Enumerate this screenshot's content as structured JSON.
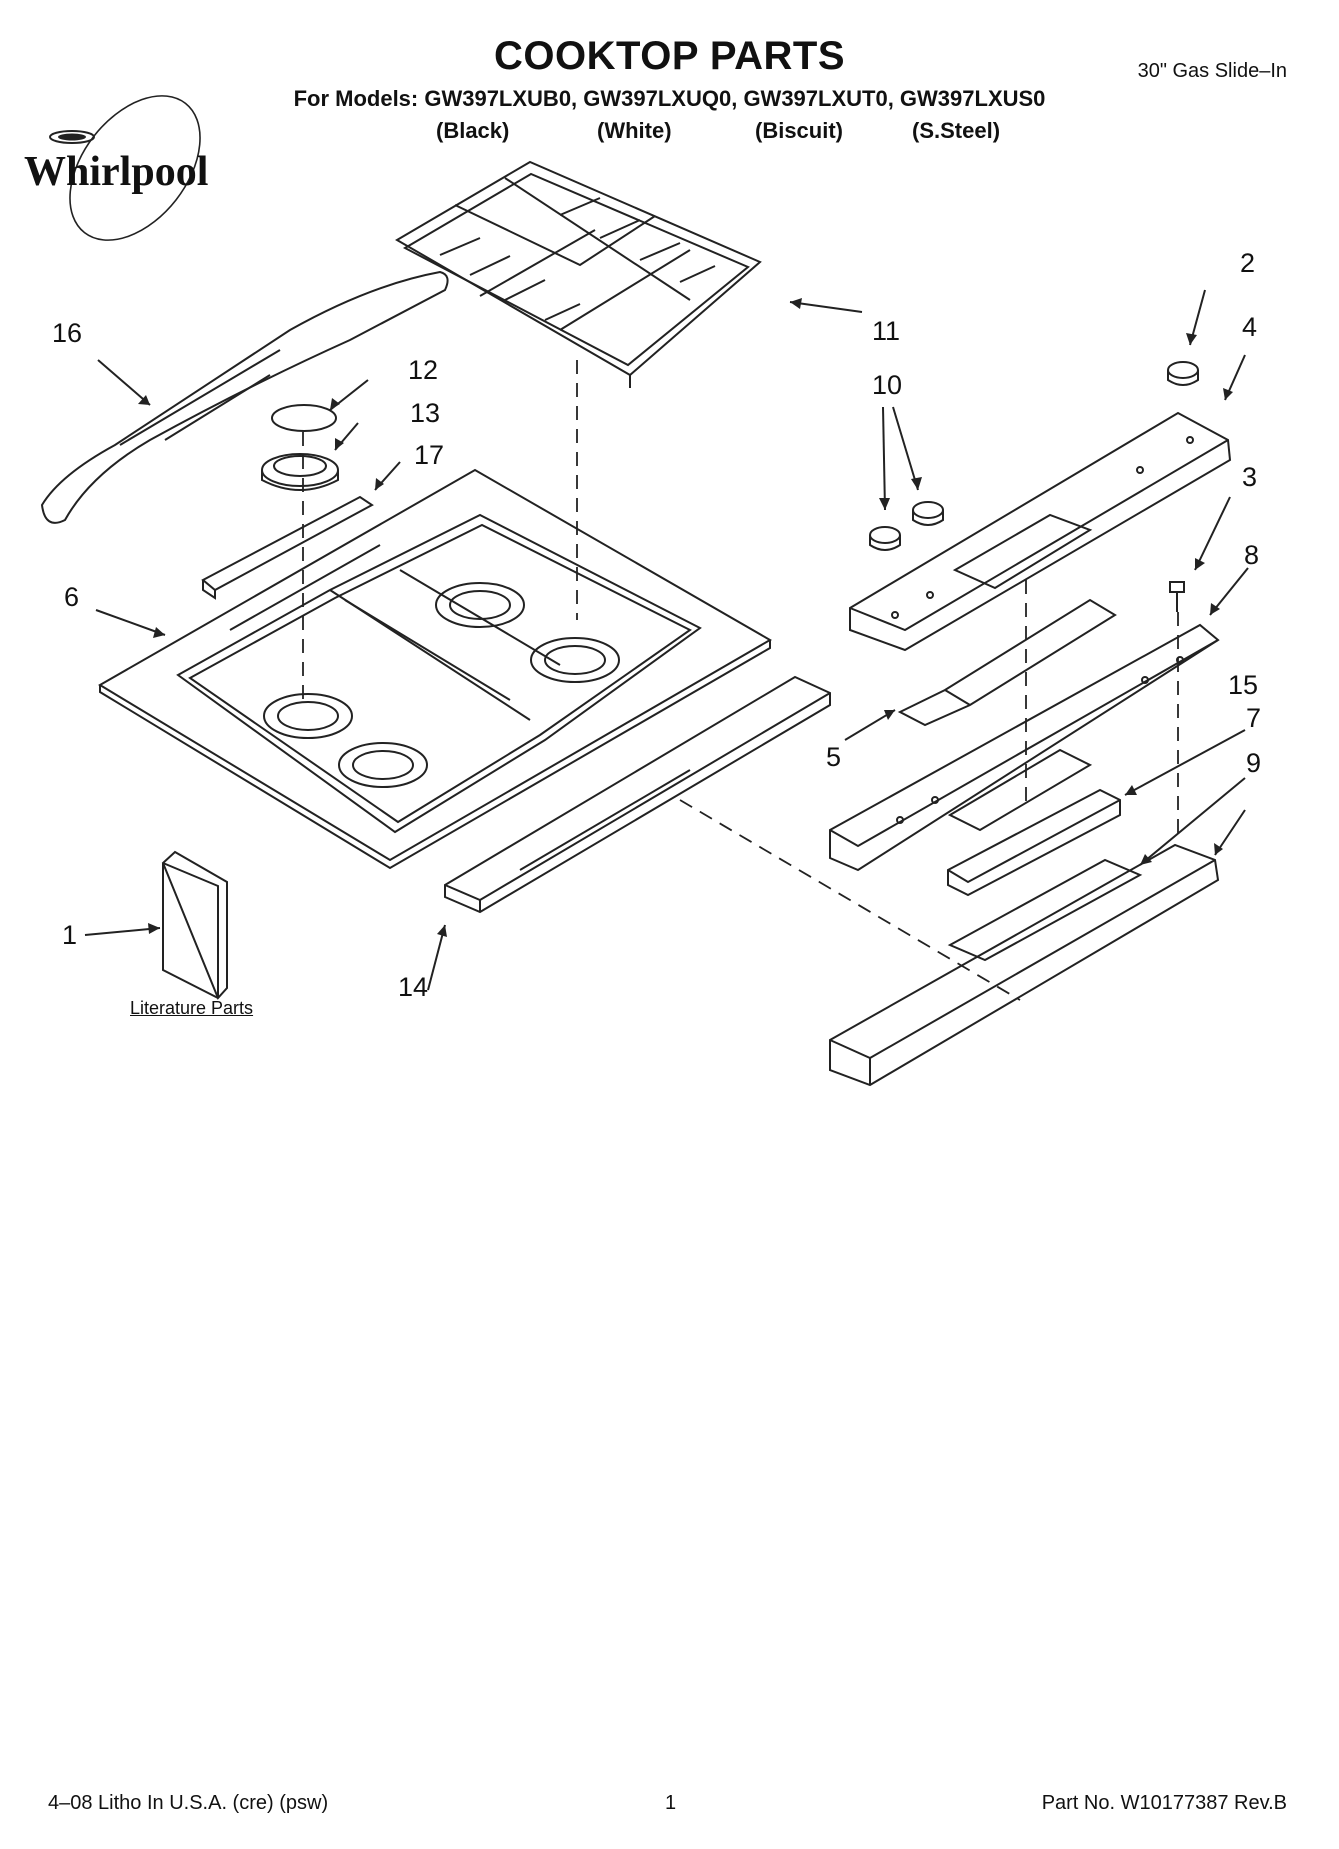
{
  "header": {
    "title": "COOKTOP PARTS",
    "models_line": "For Models: GW397LXUB0, GW397LXUQ0, GW397LXUT0, GW397LXUS0",
    "variants": [
      "(Black)",
      "(White)",
      "(Biscuit)",
      "(S.Steel)"
    ],
    "product_type": "30\" Gas Slide–In",
    "brand": "Whirlpool"
  },
  "callouts": [
    "1",
    "2",
    "3",
    "4",
    "5",
    "6",
    "7",
    "8",
    "9",
    "10",
    "11",
    "12",
    "13",
    "14",
    "15",
    "16",
    "17"
  ],
  "literature_label": "Literature Parts",
  "footer": {
    "left": "4–08 Litho In U.S.A. (cre) (psw)",
    "center": "1",
    "right": "Part No. W10177387 Rev.B"
  }
}
